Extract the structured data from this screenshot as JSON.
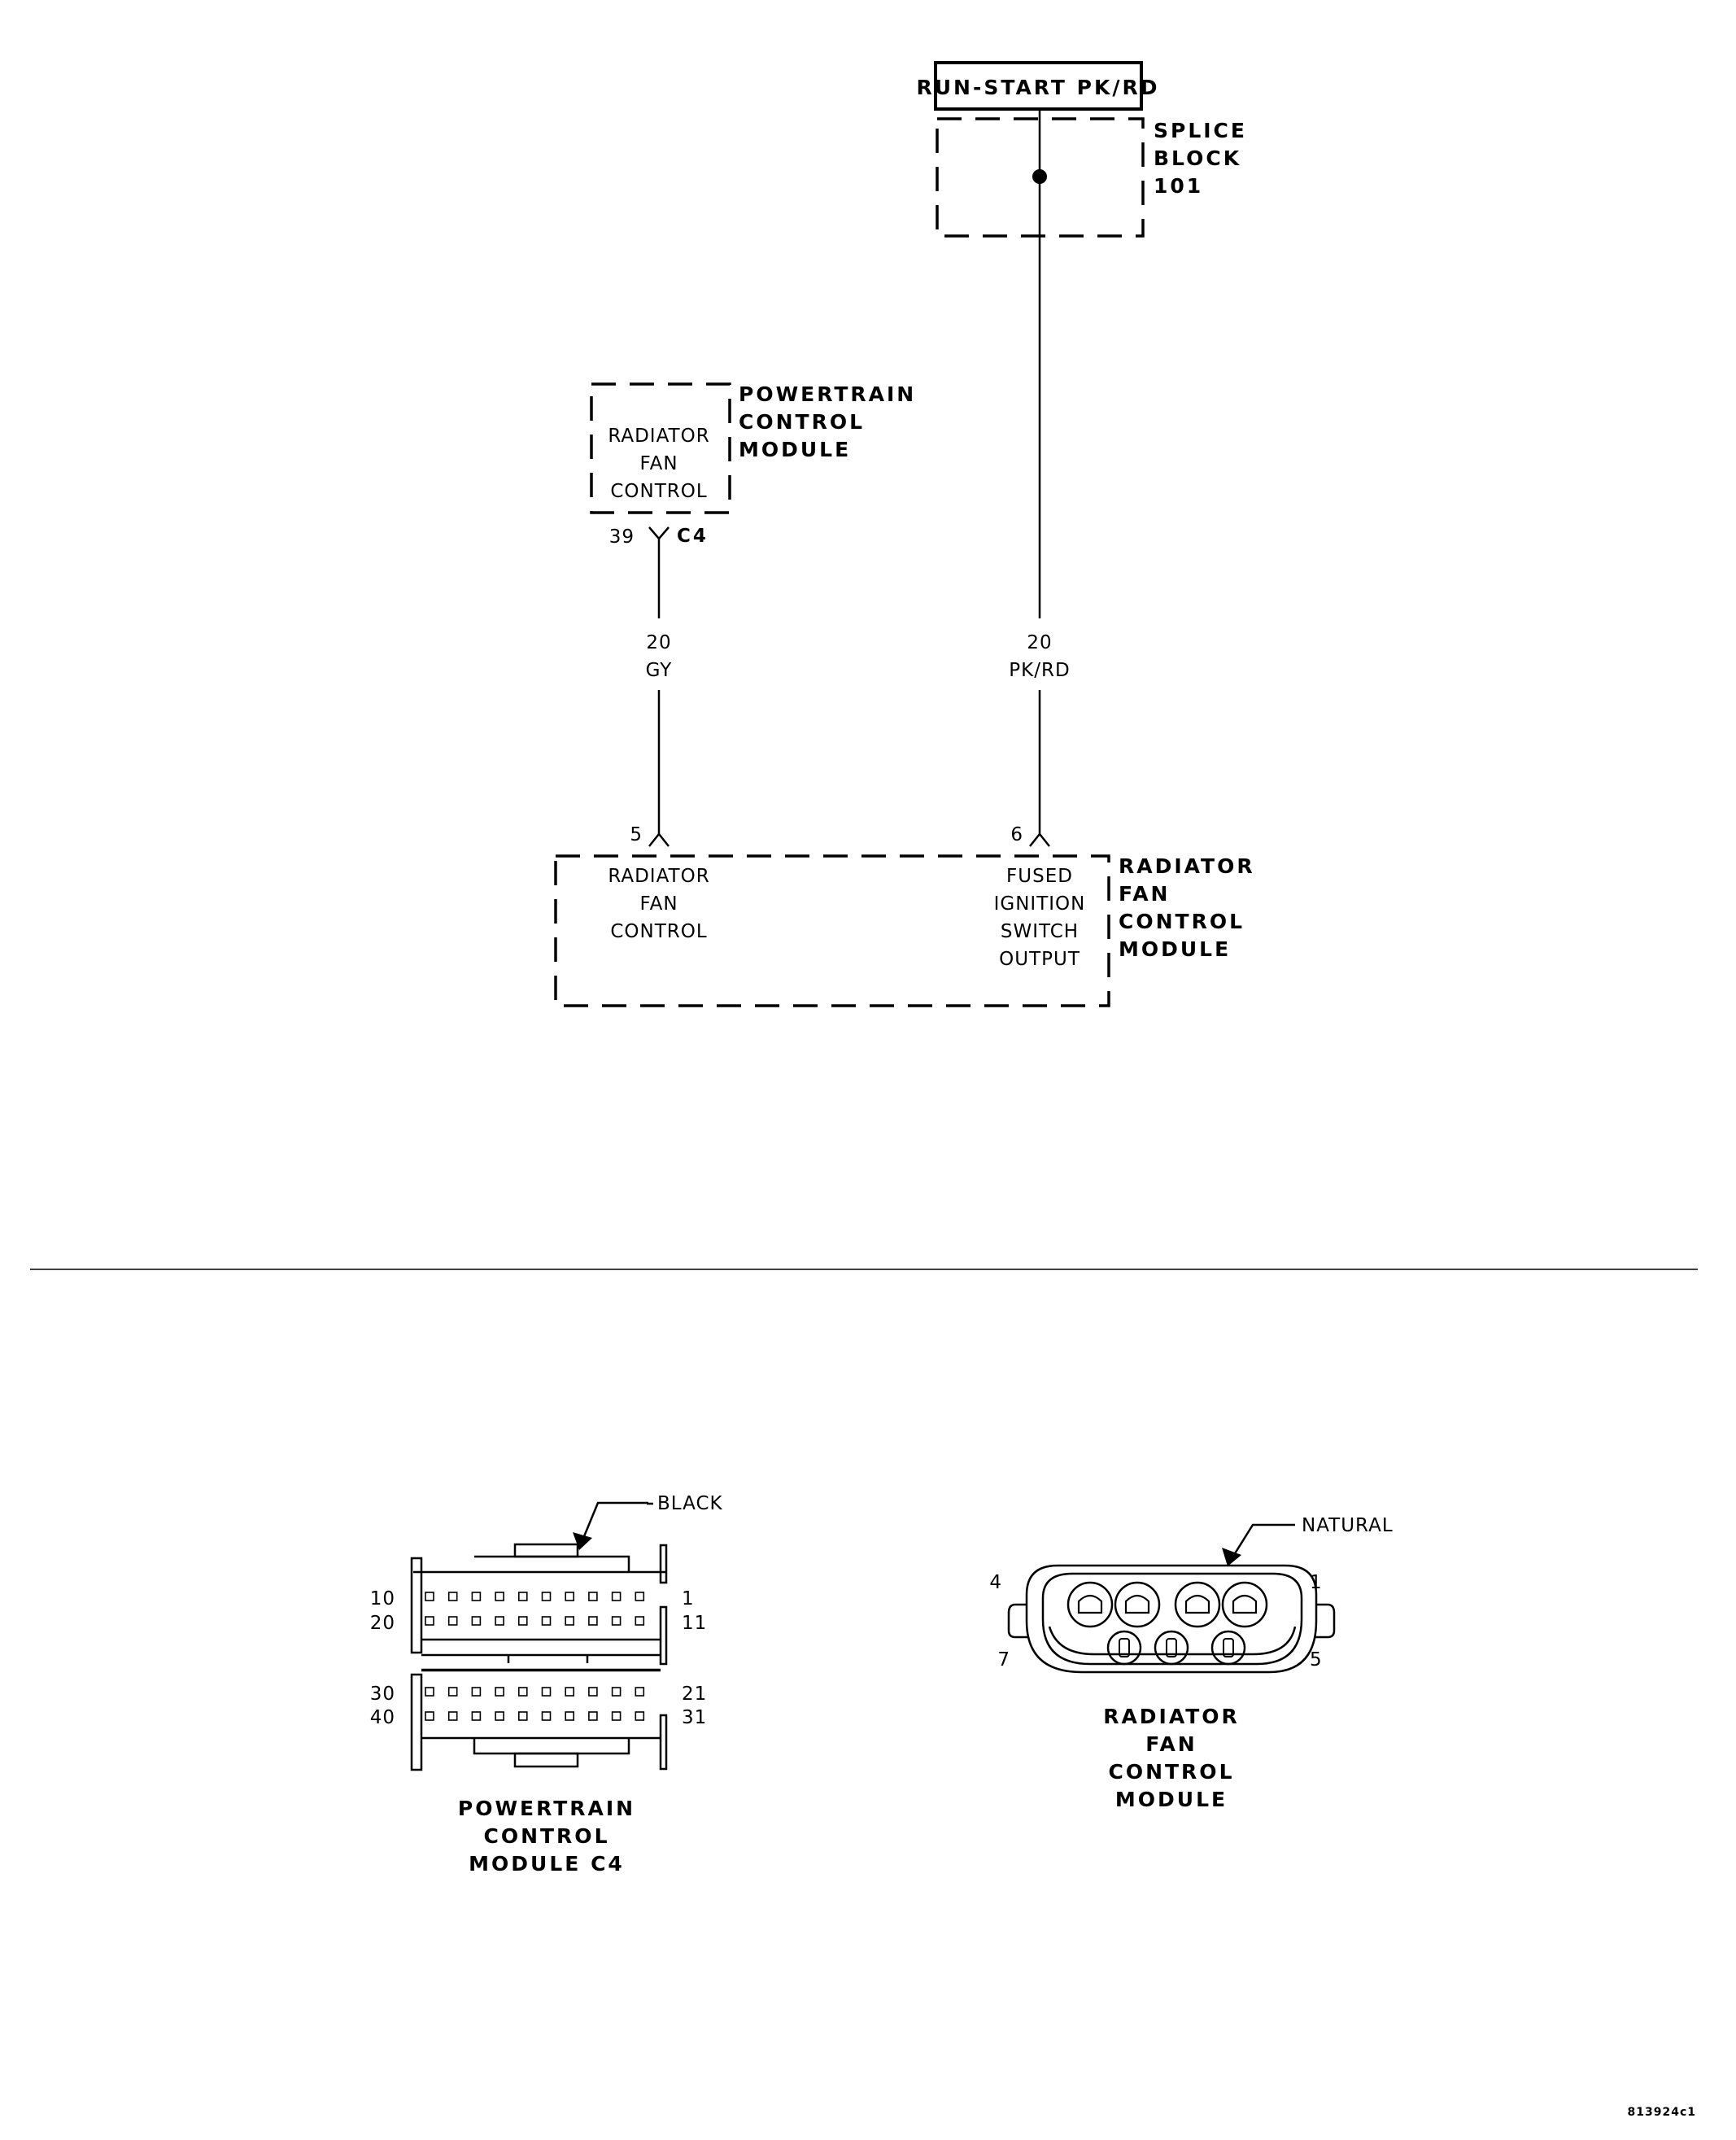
{
  "header_label": "RUN-START PK/RD",
  "splice": {
    "line1": "SPLICE",
    "line2": "BLOCK",
    "line3": "101"
  },
  "pcm": {
    "title": [
      "POWERTRAIN",
      "CONTROL",
      "MODULE"
    ],
    "function_lines": [
      "RADIATOR",
      "FAN",
      "CONTROL"
    ],
    "pin": "39",
    "connector": "C4"
  },
  "wires": [
    {
      "gauge": "20",
      "color": "GY"
    },
    {
      "gauge": "20",
      "color": "PK/RD"
    }
  ],
  "rfcm": {
    "title": [
      "RADIATOR",
      "FAN",
      "CONTROL",
      "MODULE"
    ],
    "left_lines": [
      "RADIATOR",
      "FAN",
      "CONTROL"
    ],
    "right_lines": [
      "FUSED",
      "IGNITION",
      "SWITCH",
      "OUTPUT"
    ],
    "pin_left": "5",
    "pin_right": "6"
  },
  "pcm_connector": {
    "color_label": "BLACK",
    "row_labels_left": [
      "10",
      "20",
      "30",
      "40"
    ],
    "row_labels_right": [
      "1",
      "11",
      "21",
      "31"
    ],
    "caption": [
      "POWERTRAIN",
      "CONTROL",
      "MODULE C4"
    ]
  },
  "rfcm_connector": {
    "color_label": "NATURAL",
    "pin_labels": {
      "top_left": "4",
      "top_right": "1",
      "bottom_left": "7",
      "bottom_right": "5"
    },
    "caption": [
      "RADIATOR",
      "FAN",
      "CONTROL",
      "MODULE"
    ]
  },
  "figure_id": "813924c1"
}
